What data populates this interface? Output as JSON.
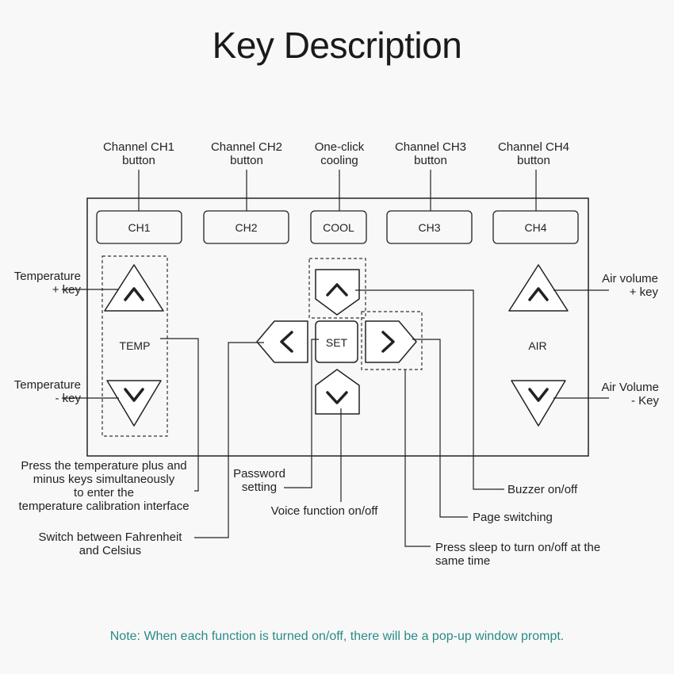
{
  "title": "Key Description",
  "buttons": {
    "ch1": "CH1",
    "ch2": "CH2",
    "cool": "COOL",
    "ch3": "CH3",
    "ch4": "CH4",
    "set": "SET",
    "temp": "TEMP",
    "air": "AIR"
  },
  "labels": {
    "ch1_top": "Channel CH1",
    "ch1_bottom": "button",
    "ch2_top": "Channel CH2",
    "ch2_bottom": "button",
    "cool_top": "One-click",
    "cool_bottom": "cooling",
    "ch3_top": "Channel CH3",
    "ch3_bottom": "button",
    "ch4_top": "Channel CH4",
    "ch4_bottom": "button",
    "temp_plus_1": "Temperature",
    "temp_plus_2": "+ key",
    "temp_minus_1": "Temperature",
    "temp_minus_2": "- key",
    "air_plus_1": "Air volume",
    "air_plus_2": "+ key",
    "air_minus_1": "Air Volume",
    "air_minus_2": "- Key",
    "calib_1": "Press the temperature plus and",
    "calib_2": "minus keys simultaneously",
    "calib_3": "to enter the",
    "calib_4": "temperature calibration interface",
    "password_1": "Password",
    "password_2": "setting",
    "voice": "Voice function on/off",
    "buzzer": "Buzzer on/off",
    "page": "Page switching",
    "sleep_1": "Press sleep to turn on/off at the",
    "sleep_2": "same time",
    "fahrenheit_1": "Switch between Fahrenheit",
    "fahrenheit_2": "and Celsius"
  },
  "note": "Note: When each function is turned on/off, there will be a pop-up window prompt.",
  "colors": {
    "note": "#2a8a87",
    "line": "#222222"
  }
}
